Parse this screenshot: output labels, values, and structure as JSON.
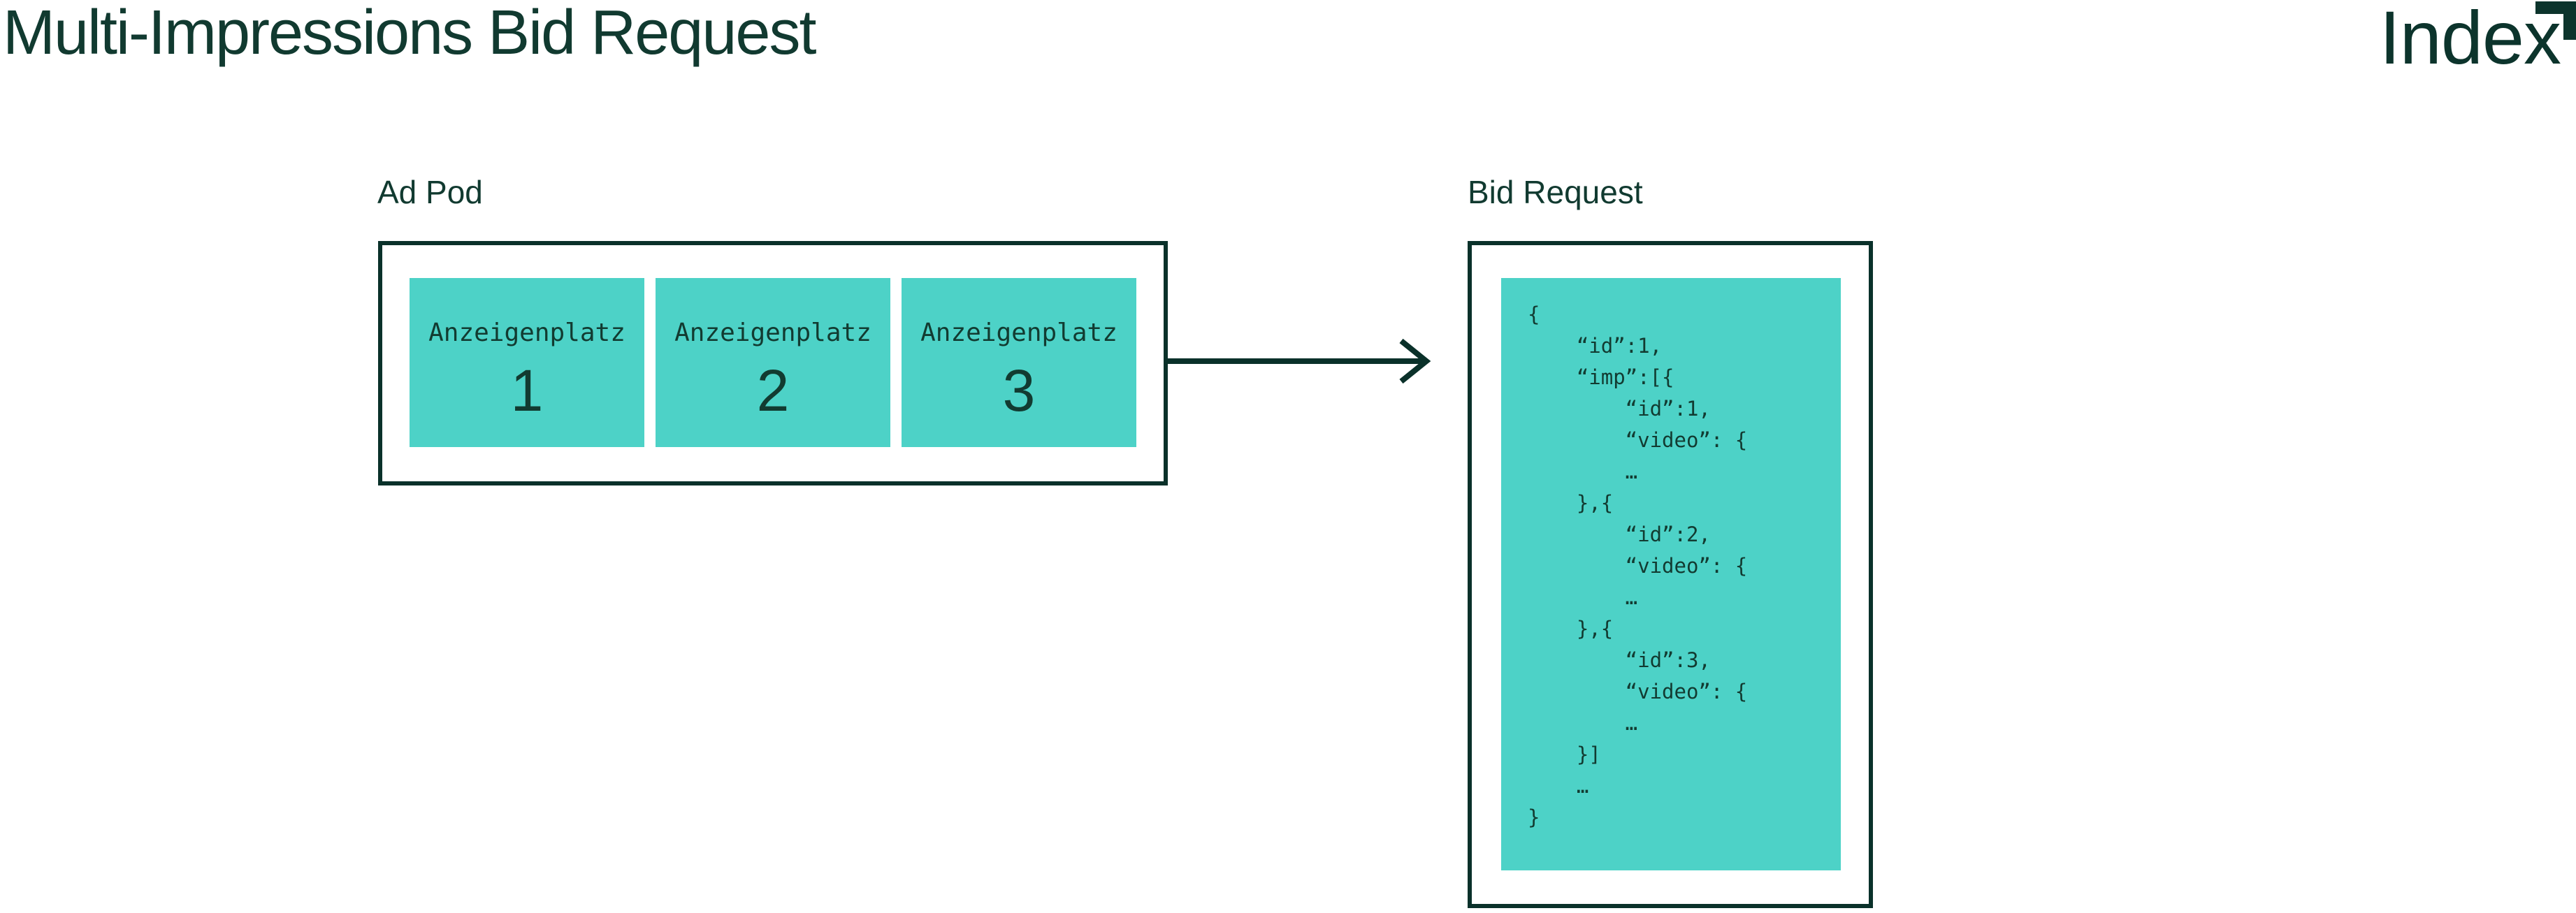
{
  "header": {
    "title": "Multi-Impressions Bid Request",
    "logo": {
      "text": "Index",
      "mark": "corner-arrow-icon"
    }
  },
  "ad_pod": {
    "label": "Ad Pod",
    "slots": [
      {
        "label": "Anzeigenplatz",
        "number": "1"
      },
      {
        "label": "Anzeigenplatz",
        "number": "2"
      },
      {
        "label": "Anzeigenplatz",
        "number": "3"
      }
    ]
  },
  "arrow": {
    "direction": "right",
    "from": "ad-pod",
    "to": "bid-request"
  },
  "bid_request": {
    "label": "Bid Request",
    "code_lines": [
      "{",
      "    “id”:1,",
      "    “imp”:[{",
      "        “id”:1,",
      "        “video”: {",
      "        …",
      "    },{",
      "        “id”:2,",
      "        “video”: {",
      "        …",
      "    },{",
      "        “id”:3,",
      "        “video”: {",
      "        …",
      "    }]",
      "    …",
      "}"
    ]
  },
  "colors": {
    "background": "#ffffff",
    "dark_green": "#0c342c",
    "border_green": "#0a312a",
    "teal": "#4dd2c7",
    "code_text": "#123b31"
  }
}
